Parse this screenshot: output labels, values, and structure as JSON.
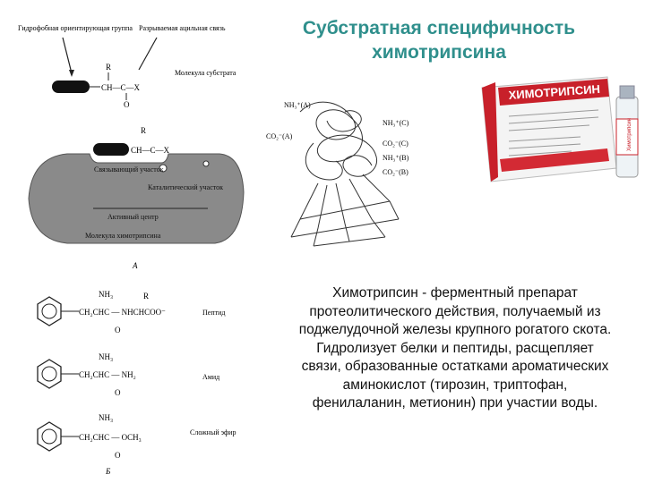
{
  "title": {
    "line1": "Субстратная специфичность",
    "line2": "химотрипсина"
  },
  "description": "Химотрипсин - ферментный препарат протеолитического действия, получаемый из поджелудочной железы крупного рогатого скота. Гидролизует белки и пептиды, расщепляет связи, образованные остатками ароматических аминокислот (тирозин, триптофан, фенилаланин, метионин) при участии воды.",
  "diagram_a": {
    "hydrophobic_label": "Гидрофобная ориентирующая группа",
    "bond_label": "Разрываемая ацильная связь",
    "substrate_label": "Молекула субстрата",
    "binding_site": "Связывающий участок",
    "catalytic_site": "Каталитический участок",
    "active_center": "Активный центр",
    "enzyme_molecule": "Молекула химотрипсина",
    "figure_letter": "А"
  },
  "diagram_b": {
    "peptide": "Пептид",
    "amide": "Амид",
    "ester": "Сложный эфир",
    "figure_letter": "Б"
  },
  "protein_structure": {
    "labels": [
      "NH₃⁺(A)",
      "CO₂⁻(A)",
      "NH₃⁺(C)",
      "CO₂⁻(C)",
      "NH₃⁺(B)",
      "CO₂⁻(B)"
    ]
  },
  "product": {
    "box_brand": "ХИМОТРИПСИН",
    "vial_label": "Химотрипсин"
  }
}
